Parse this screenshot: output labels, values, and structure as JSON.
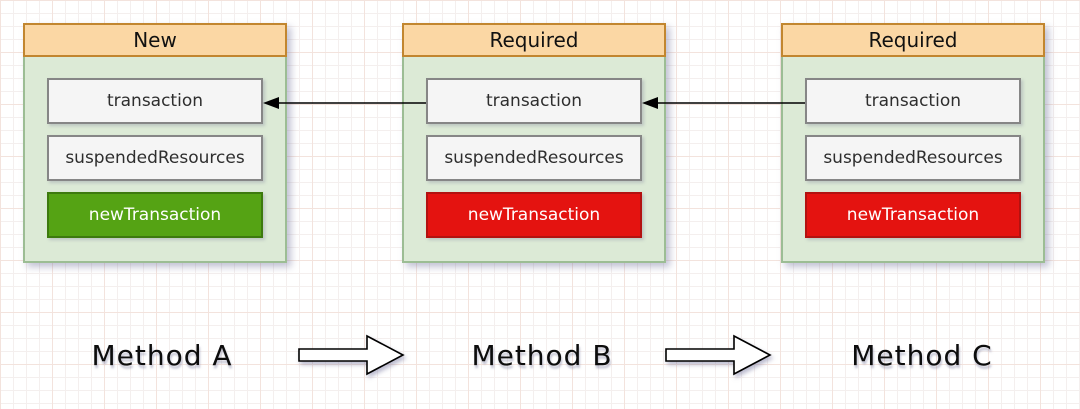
{
  "colors": {
    "header_bg": "#fbd7a4",
    "header_border": "#c2862f",
    "body_bg": "#dcead6",
    "body_border": "#9cbd94",
    "field_bg": "#f5f5f5",
    "field_border": "#868686",
    "green_bg": "#55a314",
    "green_border": "#3d7a0e",
    "red_bg": "#e41310",
    "red_border": "#b31210",
    "arrow": "#000000",
    "grid_minor": "#f4efee",
    "grid_major": "#f3e3dd"
  },
  "boxes": [
    {
      "title": "New",
      "fields": {
        "transaction": "transaction",
        "suspendedResources": "suspendedResources",
        "newTransaction": "newTransaction"
      },
      "new_transaction_status": "green"
    },
    {
      "title": "Required",
      "fields": {
        "transaction": "transaction",
        "suspendedResources": "suspendedResources",
        "newTransaction": "newTransaction"
      },
      "new_transaction_status": "red"
    },
    {
      "title": "Required",
      "fields": {
        "transaction": "transaction",
        "suspendedResources": "suspendedResources",
        "newTransaction": "newTransaction"
      },
      "new_transaction_status": "red"
    }
  ],
  "methods": [
    {
      "label": "Method A"
    },
    {
      "label": "Method B"
    },
    {
      "label": "Method C"
    }
  ]
}
